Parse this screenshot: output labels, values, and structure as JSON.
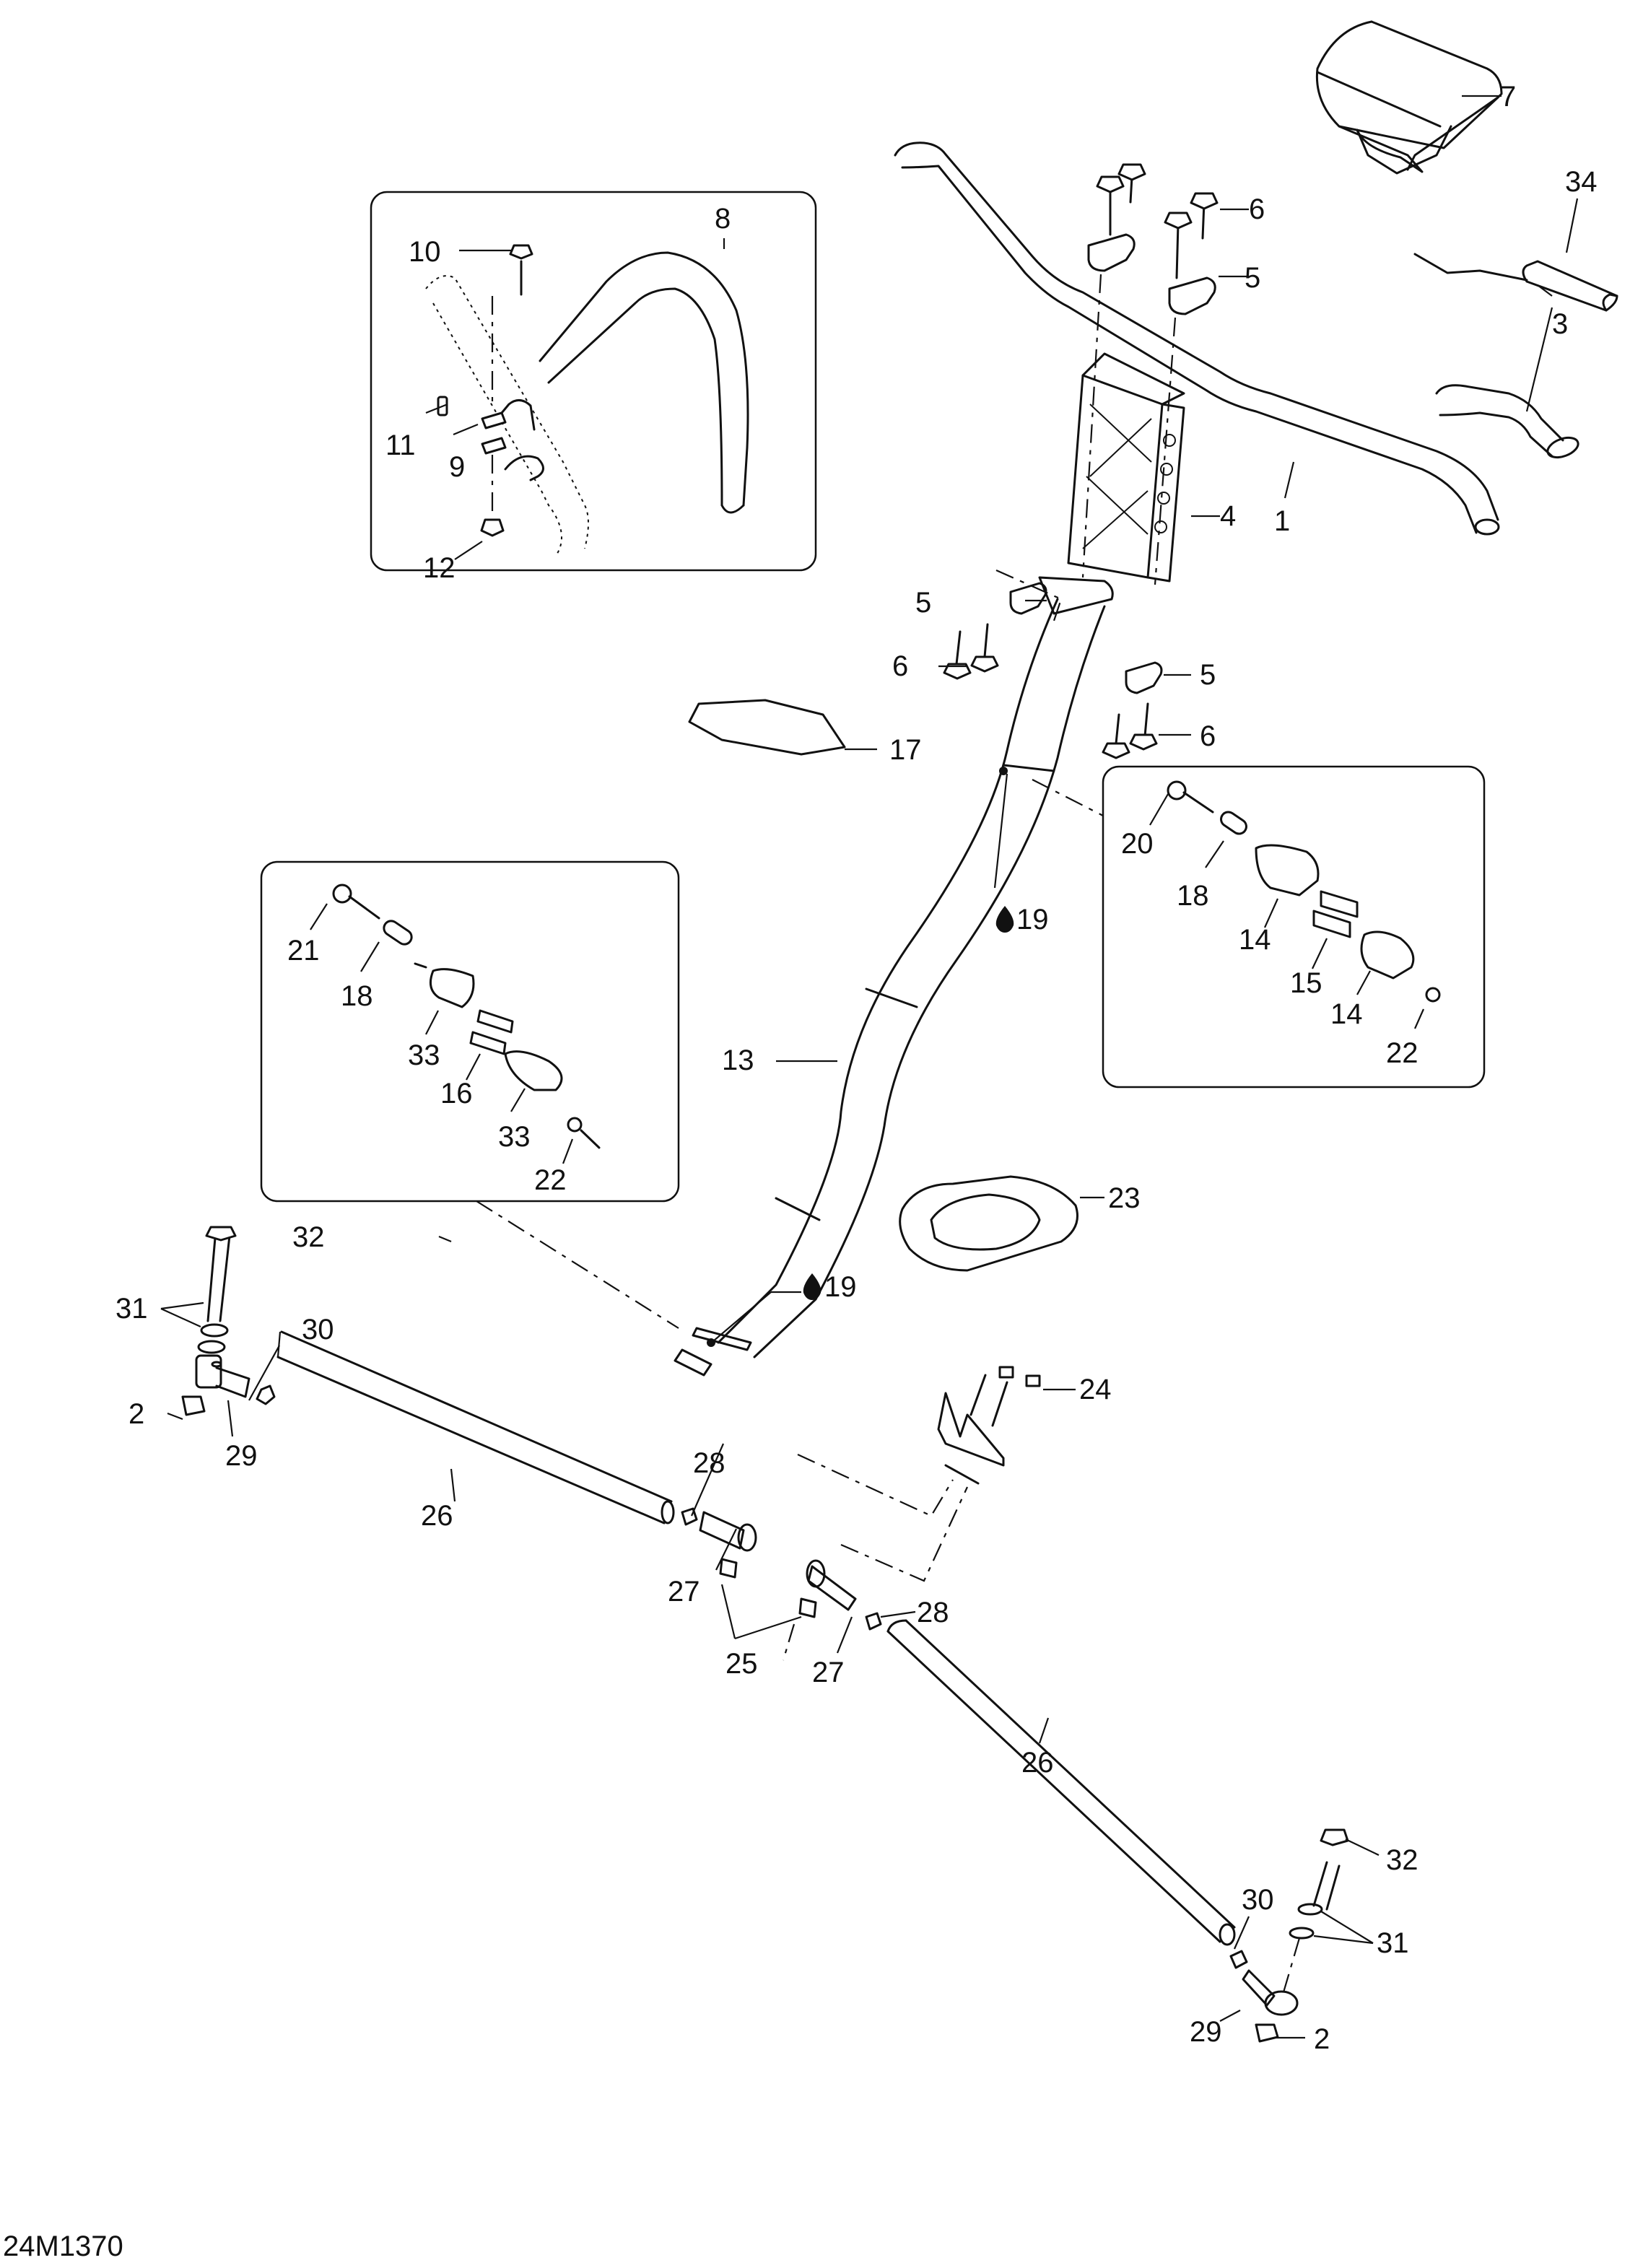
{
  "figure": {
    "id": "24M1370",
    "type": "exploded parts diagram",
    "subject": "Steering assembly: handlebar, steering column, tie rods"
  },
  "icons": {
    "lubricant": "droplet-icon"
  },
  "callouts": [
    {
      "key": "c1",
      "text": "1",
      "part": "handlebar"
    },
    {
      "key": "c2a",
      "text": "2",
      "part": "nut (left tie rod end)"
    },
    {
      "key": "c2b",
      "text": "2",
      "part": "nut (right tie rod end)"
    },
    {
      "key": "c3",
      "text": "3",
      "part": "handlebar grip"
    },
    {
      "key": "c4",
      "text": "4",
      "part": "handlebar riser"
    },
    {
      "key": "c5a",
      "text": "5",
      "part": "upper clamp"
    },
    {
      "key": "c5b",
      "text": "5",
      "part": "lower clamp (left)"
    },
    {
      "key": "c5c",
      "text": "5",
      "part": "lower clamp (right)"
    },
    {
      "key": "c6a",
      "text": "6",
      "part": "upper screws"
    },
    {
      "key": "c6b",
      "text": "6",
      "part": "lower screws (left)"
    },
    {
      "key": "c6c",
      "text": "6",
      "part": "lower screws (right)"
    },
    {
      "key": "c7",
      "text": "7",
      "part": "handlebar pad"
    },
    {
      "key": "c8",
      "text": "8",
      "part": "handlebar loop (inset)"
    },
    {
      "key": "c9",
      "text": "9",
      "part": "clamp (inset)"
    },
    {
      "key": "c10",
      "text": "10",
      "part": "screw (inset)"
    },
    {
      "key": "c11",
      "text": "11",
      "part": "pin (inset)"
    },
    {
      "key": "c12",
      "text": "12",
      "part": "nut (inset)"
    },
    {
      "key": "c13",
      "text": "13",
      "part": "steering column"
    },
    {
      "key": "c14a",
      "text": "14",
      "part": "bushing half (upper)"
    },
    {
      "key": "c14b",
      "text": "14",
      "part": "bushing half (lower)"
    },
    {
      "key": "c15",
      "text": "15",
      "part": "bushing insert"
    },
    {
      "key": "c16",
      "text": "16",
      "part": "bushing insert"
    },
    {
      "key": "c17",
      "text": "17",
      "part": "support plate"
    },
    {
      "key": "c18a",
      "text": "18",
      "part": "spacer (right inset)"
    },
    {
      "key": "c18b",
      "text": "18",
      "part": "spacer (left inset)"
    },
    {
      "key": "c19a",
      "text": "19",
      "part": "lubricant point (upper)",
      "icon": "droplet-icon"
    },
    {
      "key": "c19b",
      "text": "19",
      "part": "lubricant point (lower)",
      "icon": "droplet-icon"
    },
    {
      "key": "c20",
      "text": "20",
      "part": "screw (right inset)"
    },
    {
      "key": "c21",
      "text": "21",
      "part": "screw (left inset)"
    },
    {
      "key": "c22a",
      "text": "22",
      "part": "nut (right inset)"
    },
    {
      "key": "c22b",
      "text": "22",
      "part": "nut (left inset)"
    },
    {
      "key": "c23",
      "text": "23",
      "part": "boot / cover"
    },
    {
      "key": "c24",
      "text": "24",
      "part": "screws"
    },
    {
      "key": "c25",
      "text": "25",
      "part": "nuts"
    },
    {
      "key": "c26a",
      "text": "26",
      "part": "tie rod (left)"
    },
    {
      "key": "c26b",
      "text": "26",
      "part": "tie rod (right)"
    },
    {
      "key": "c27a",
      "text": "27",
      "part": "inner ball joint (left)"
    },
    {
      "key": "c27b",
      "text": "27",
      "part": "inner ball joint (right)"
    },
    {
      "key": "c28a",
      "text": "28",
      "part": "jam nut (left)"
    },
    {
      "key": "c28b",
      "text": "28",
      "part": "jam nut (right)"
    },
    {
      "key": "c29a",
      "text": "29",
      "part": "outer ball joint (left)"
    },
    {
      "key": "c29b",
      "text": "29",
      "part": "outer ball joint (right)"
    },
    {
      "key": "c30a",
      "text": "30",
      "part": "jam nut (left)"
    },
    {
      "key": "c30b",
      "text": "30",
      "part": "jam nut (right)"
    },
    {
      "key": "c31a",
      "text": "31",
      "part": "washers (left)"
    },
    {
      "key": "c31b",
      "text": "31",
      "part": "washers (right)"
    },
    {
      "key": "c32a",
      "text": "32",
      "part": "bolt (left)"
    },
    {
      "key": "c32b",
      "text": "32",
      "part": "bolt (right)"
    },
    {
      "key": "c33a",
      "text": "33",
      "part": "bushing half (upper)"
    },
    {
      "key": "c33b",
      "text": "33",
      "part": "bushing half (lower)"
    },
    {
      "key": "c34",
      "text": "34",
      "part": "heating element"
    }
  ]
}
